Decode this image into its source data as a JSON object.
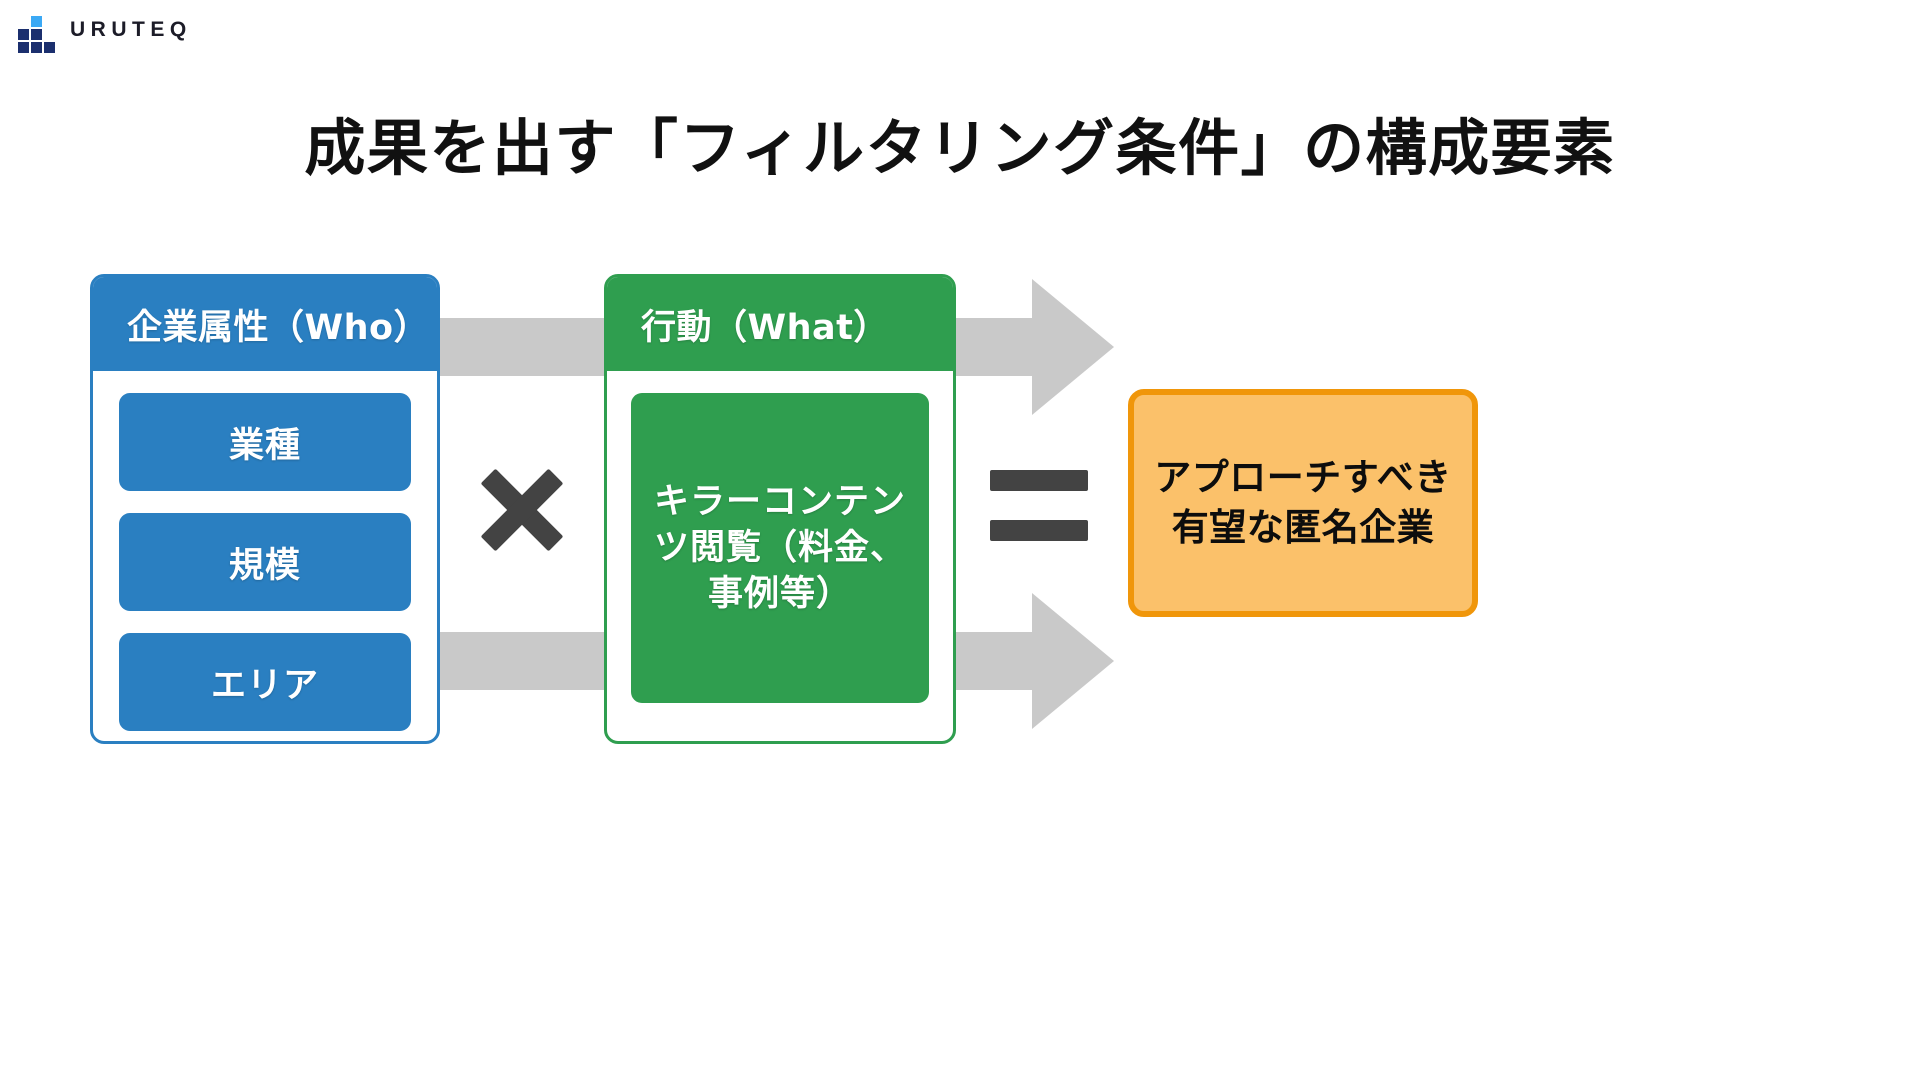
{
  "brand": {
    "wordmark": "URUTEQ",
    "logo_colors": {
      "light": "#3ba9f5",
      "dark": "#1b2f6e"
    }
  },
  "title": "成果を出す「フィルタリング条件」の構成要素",
  "colors": {
    "blue": "#2a7fc1",
    "green": "#2f9e4f",
    "orange_fill": "#fbc16a",
    "orange_border": "#f0960a",
    "arrow_grey": "#c9c9c9",
    "operator_dark": "#434343",
    "text_dark": "#111111"
  },
  "diagram": {
    "type": "formula",
    "cards": [
      {
        "id": "who",
        "header": "企業属性（Who）",
        "accent": "#2a7fc1",
        "items": [
          "業種",
          "規模",
          "エリア"
        ]
      },
      {
        "id": "what",
        "header": "行動（What）",
        "accent": "#2f9e4f",
        "items": [
          "キラーコンテンツ閲覧（料金、事例等）"
        ]
      }
    ],
    "operators": [
      {
        "id": "multiply",
        "symbol": "×",
        "name": "multiply-operator"
      },
      {
        "id": "equals",
        "symbol": "=",
        "name": "equals-operator"
      }
    ],
    "result": {
      "id": "result",
      "lines": [
        "アプローチすべき",
        "有望な匿名企業"
      ]
    },
    "arrows": [
      {
        "id": "arrow-top",
        "direction": "right"
      },
      {
        "id": "arrow-bottom",
        "direction": "right"
      }
    ]
  }
}
